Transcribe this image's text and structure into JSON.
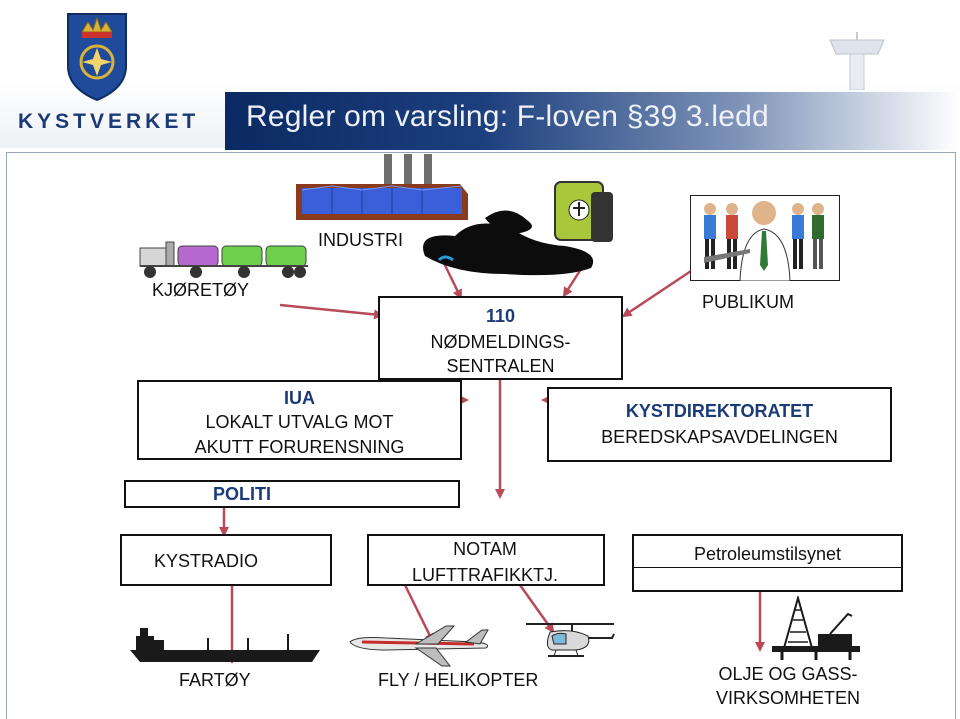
{
  "header": {
    "title": "Regler om varsling: F-loven §39 3.ledd",
    "logo_text": "KYSTVERKET",
    "logo_icon": "kystverket-crest-icon",
    "tower_icon": "control-tower-icon"
  },
  "sources": {
    "industri": "INDUSTRI",
    "kjoretoy": "KJØRETØY",
    "publikum": "PUBLIKUM"
  },
  "center": {
    "line1": "110",
    "line2": "NØDMELDINGS-",
    "line3": "SENTRALEN"
  },
  "iua": {
    "line1": "IUA",
    "line2": "LOKALT UTVALG MOT",
    "line3": "AKUTT FORURENSNING"
  },
  "kystdirektoratet": {
    "line1": "KYSTDIREKTORATET",
    "line2": "BEREDSKAPSAVDELINGEN"
  },
  "politi": "POLITI",
  "kystradio": "KYSTRADIO",
  "notam": {
    "line1": "NOTAM",
    "line2": "LUFTTRAFIKKTJ."
  },
  "petroleum": "Petroleumstilsynet",
  "targets": {
    "fartoy": "FARTØY",
    "fly": "FLY / HELIKOPTER",
    "olje1": "OLJE OG GASS-",
    "olje2": "VIRKSOMHETEN"
  },
  "colors": {
    "arrow": "#b84a5a",
    "banner": "#0b2a63",
    "accent_text": "#1b3a78"
  }
}
